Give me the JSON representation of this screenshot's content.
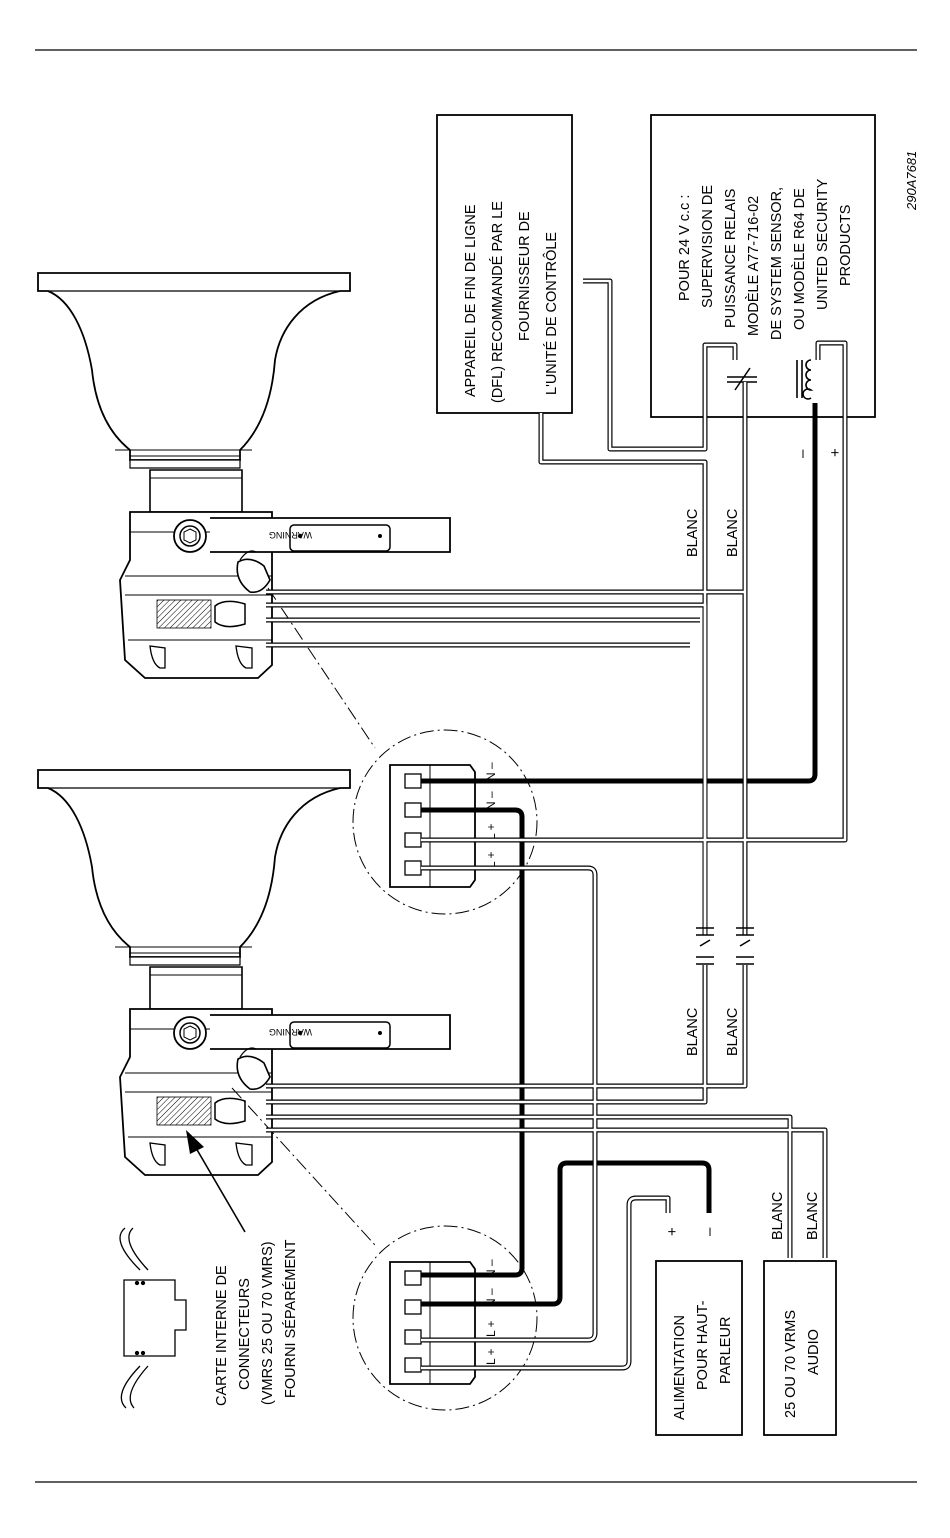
{
  "diagram": {
    "ref_code": "290A7681",
    "eol_box": [
      "APPAREIL DE FIN DE LIGNE",
      "(DFL) RECOMMANDÉ PAR LE",
      "FOURNISSEUR DE",
      "L'UNITÉ DE CONTRÔLE"
    ],
    "relay_box": [
      "POUR 24 V c.c :",
      "SUPERVISION DE",
      "PUISSANCE RELAIS",
      "MODÈLE A77-716-02",
      "DE SYSTEM SENSOR,",
      "OU MODÈLE R64 DE",
      "UNITED SECURITY",
      "PRODUCTS"
    ],
    "power_box": [
      "ALIMENTATION",
      "POUR HAUT-",
      "PARLEUR"
    ],
    "audio_box": [
      "25 OU 70 VRMS",
      "AUDIO"
    ],
    "card_label": [
      "CARTE INTERNE DE",
      "CONNECTEURS",
      "(VMRS 25 OU 70 VMRS)",
      "FOURNI SÉPARÉMENT"
    ],
    "wire_label": "BLANC",
    "minus": "–",
    "plus": "+",
    "terminal_labels": [
      "N –",
      "N –",
      "L +",
      "L +"
    ],
    "warning_text": "WARNING"
  }
}
